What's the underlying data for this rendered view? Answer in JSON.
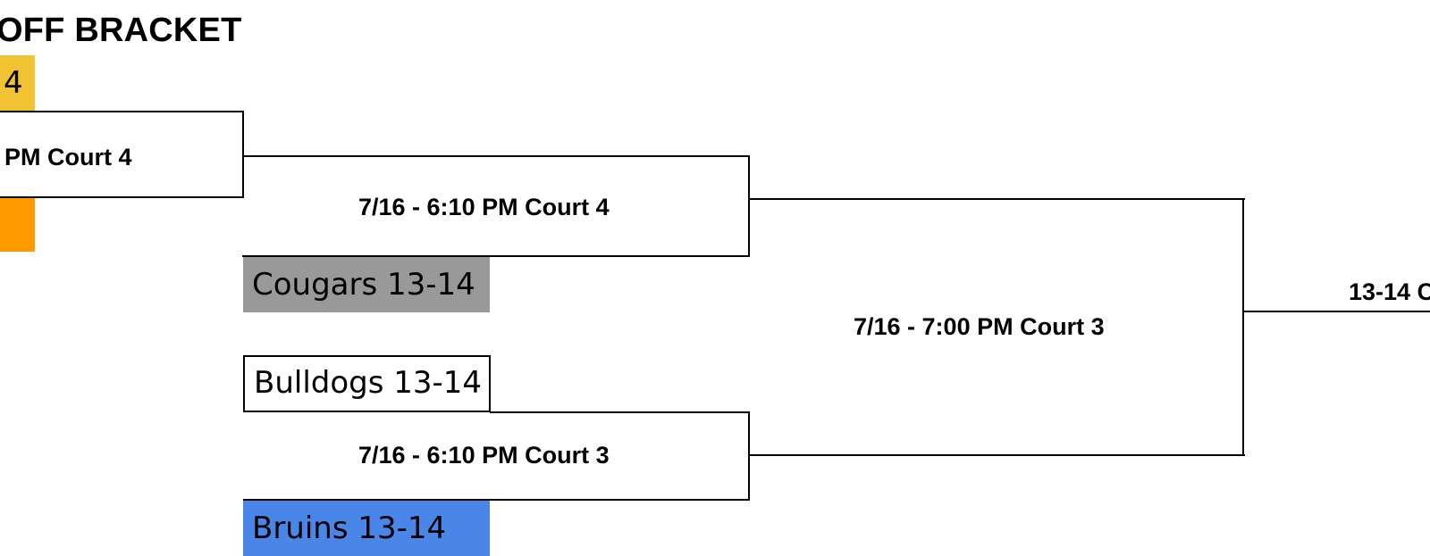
{
  "bracket": {
    "title": "OFF BRACKET",
    "round1": {
      "top_seed_label": "4",
      "game_top": "PM Court 4"
    },
    "semis": {
      "game_top": "7/16 - 6:10 PM Court 4",
      "game_bottom": "7/16 - 6:10 PM Court 3",
      "teams": [
        {
          "name": "Cougars 13-14",
          "color": "#999999"
        },
        {
          "name": "Bulldogs 13-14",
          "color": "#ffffff"
        },
        {
          "name": "Bruins 13-14",
          "color": "#4a86e8"
        }
      ]
    },
    "final": {
      "game": "7/16 - 7:00 PM Court 3",
      "championship_label": "13-14 C"
    },
    "colors": {
      "gold": "#f1c232",
      "orange": "#ff9900",
      "gray": "#999999",
      "blue": "#4a86e8"
    }
  }
}
